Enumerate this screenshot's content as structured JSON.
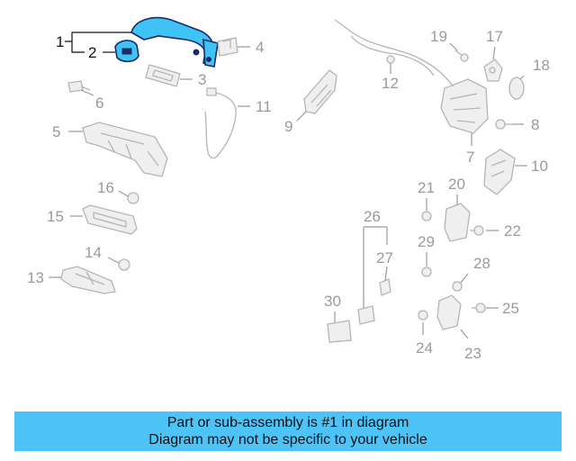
{
  "banner": {
    "line1": "Part or sub-assembly is #1 in diagram",
    "line2": "Diagram may not be specific to your vehicle",
    "color": "#4ec3f7"
  },
  "diagram": {
    "highlight_color": "#3fc3f5",
    "outline_color": "#1d2a66",
    "callouts": [
      {
        "id": "1",
        "text": "1",
        "highlighted": true
      },
      {
        "id": "2",
        "text": "2",
        "highlighted": true
      },
      {
        "id": "3",
        "text": "3"
      },
      {
        "id": "4",
        "text": "4"
      },
      {
        "id": "5",
        "text": "5"
      },
      {
        "id": "6",
        "text": "6"
      },
      {
        "id": "7",
        "text": "7"
      },
      {
        "id": "8",
        "text": "8"
      },
      {
        "id": "9",
        "text": "9"
      },
      {
        "id": "10",
        "text": "10"
      },
      {
        "id": "11",
        "text": "11"
      },
      {
        "id": "12",
        "text": "12"
      },
      {
        "id": "13",
        "text": "13"
      },
      {
        "id": "14",
        "text": "14"
      },
      {
        "id": "15",
        "text": "15"
      },
      {
        "id": "16",
        "text": "16"
      },
      {
        "id": "17",
        "text": "17"
      },
      {
        "id": "18",
        "text": "18"
      },
      {
        "id": "19",
        "text": "19"
      },
      {
        "id": "20",
        "text": "20"
      },
      {
        "id": "21",
        "text": "21"
      },
      {
        "id": "22",
        "text": "22"
      },
      {
        "id": "23",
        "text": "23"
      },
      {
        "id": "24",
        "text": "24"
      },
      {
        "id": "25",
        "text": "25"
      },
      {
        "id": "26",
        "text": "26"
      },
      {
        "id": "27",
        "text": "27"
      },
      {
        "id": "28",
        "text": "28"
      },
      {
        "id": "29",
        "text": "29"
      },
      {
        "id": "30",
        "text": "30"
      }
    ]
  }
}
